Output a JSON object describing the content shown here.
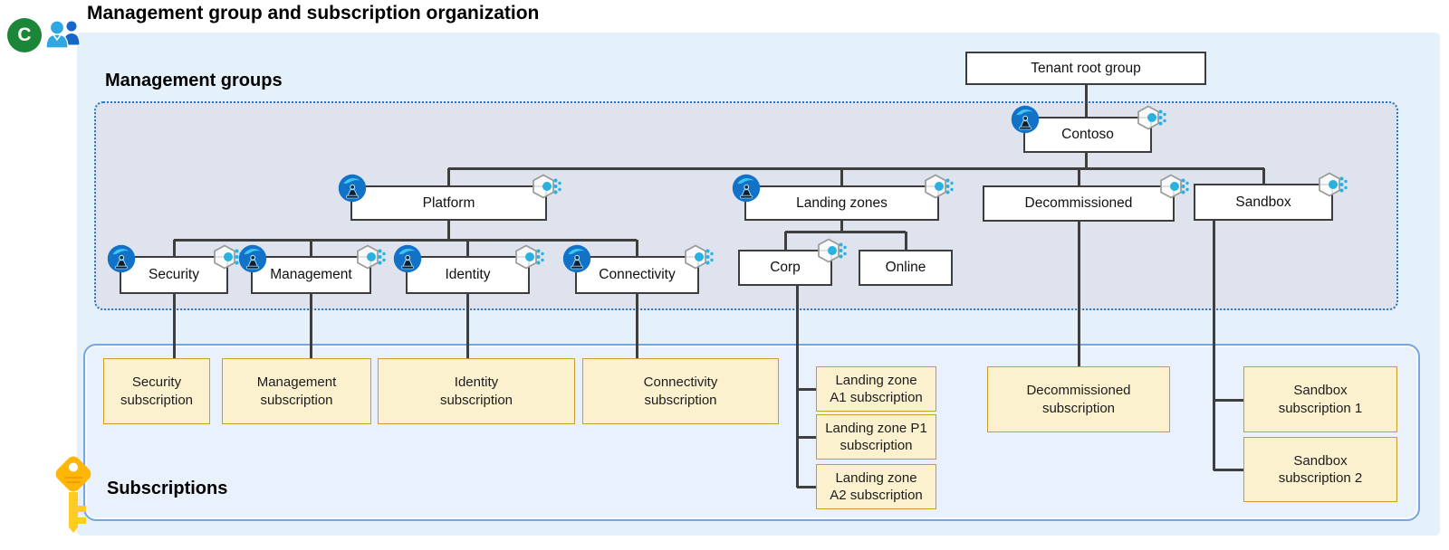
{
  "header": {
    "badge": "C",
    "title": "Management group and subscription organization"
  },
  "sections": {
    "management_groups": {
      "label": "Management groups"
    },
    "subscriptions": {
      "label": "Subscriptions"
    }
  },
  "nodes": {
    "tenant_root": {
      "label": "Tenant root group"
    },
    "contoso": {
      "label": "Contoso"
    },
    "platform": {
      "label": "Platform"
    },
    "landing_zones": {
      "label": "Landing zones"
    },
    "decommissioned": {
      "label": "Decommissioned"
    },
    "sandbox": {
      "label": "Sandbox"
    },
    "security": {
      "label": "Security"
    },
    "management": {
      "label": "Management"
    },
    "identity": {
      "label": "Identity"
    },
    "connectivity": {
      "label": "Connectivity"
    },
    "corp": {
      "label": "Corp"
    },
    "online": {
      "label": "Online"
    }
  },
  "subscription_boxes": {
    "security": {
      "label": "Security\nsubscription"
    },
    "management": {
      "label": "Management\nsubscription"
    },
    "identity": {
      "label": "Identity\nsubscription"
    },
    "connectivity": {
      "label": "Connectivity\nsubscription"
    },
    "landing_zone_a1": {
      "label": "Landing zone\nA1 subscription"
    },
    "landing_zone_p1": {
      "label": "Landing zone P1\nsubscription"
    },
    "landing_zone_a2": {
      "label": "Landing zone\nA2 subscription"
    },
    "decommissioned": {
      "label": "Decommissioned\nsubscription"
    },
    "sandbox_1": {
      "label": "Sandbox\nsubscription 1"
    },
    "sandbox_2": {
      "label": "Sandbox\nsubscription 2"
    }
  },
  "icons": {
    "header_badge": "c-badge",
    "header_people": "users-icon",
    "management_group": "management-group-icon",
    "policy": "policy-icon",
    "subscriptions_key": "key-icon"
  },
  "colors": {
    "outer_panel": "#E4F0FA",
    "management_groups_panel": "#DEE3ED",
    "management_groups_border": "#2E75B6",
    "subscriptions_panel": "#E9F2FC",
    "subscriptions_border": "#76A6DF",
    "subscription_box_fill": "#FCF1CE",
    "subscription_box_border": "#C6A026",
    "node_border": "#3D3D3D",
    "connector_line": "#3F3F3F",
    "badge_green": "#1B8637",
    "icon_blue": "#1272C8",
    "icon_cyan": "#29B1E0",
    "key_yellow": "#FFB607"
  }
}
